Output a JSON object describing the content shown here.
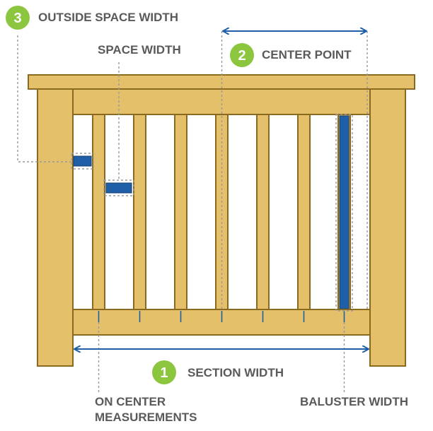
{
  "labels": {
    "outside_space_width": "OUTSIDE SPACE WIDTH",
    "space_width": "SPACE WIDTH",
    "center_point": "CENTER POINT",
    "section_width": "SECTION WIDTH",
    "on_center_line1": "ON CENTER",
    "on_center_line2": "MEASUREMENTS",
    "baluster_width": "BALUSTER WIDTH"
  },
  "badges": {
    "one": "1",
    "two": "2",
    "three": "3"
  },
  "colors": {
    "badge_green": "#8cc63f",
    "wood": "#e4c06a",
    "wood_stroke": "#8a6a1e",
    "accent_blue": "#1f5fa8",
    "label_gray": "#5a5a5a"
  }
}
